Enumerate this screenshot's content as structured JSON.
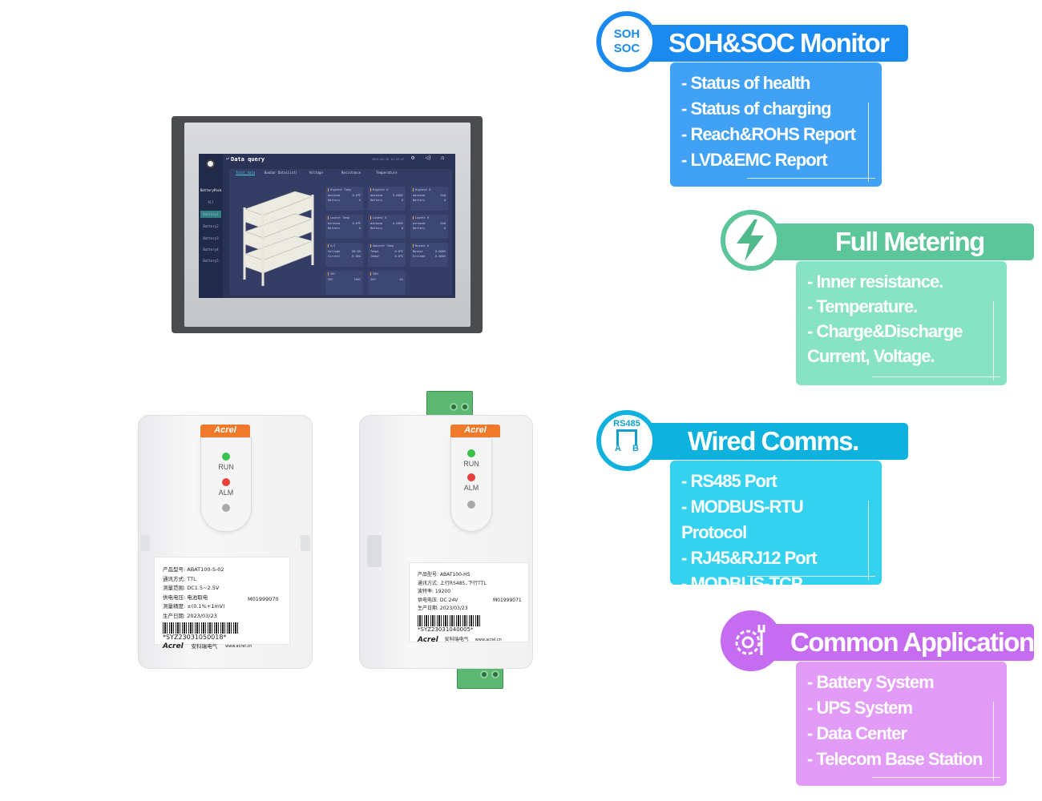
{
  "screen": {
    "title": "Data query",
    "date": "2023-03-28 14:35:47",
    "sidebar": [
      "BatteryPack",
      "All",
      "Battery1",
      "Battery2",
      "Battery3",
      "Battery4",
      "Battery5"
    ],
    "tabs": [
      "Total data",
      "Busbar Data(List)",
      "Voltage",
      "Resistance",
      "Temperature"
    ],
    "cards": [
      {
        "title": "Highest Temp",
        "rows": [
          [
            "maximum",
            "0.0℃"
          ],
          [
            "Battery",
            "0"
          ]
        ]
      },
      {
        "title": "Highest U",
        "rows": [
          [
            "maximum",
            "0.000V"
          ],
          [
            "Battery",
            "0"
          ]
        ]
      },
      {
        "title": "Highest R",
        "rows": [
          [
            "maximum",
            "0uΩ"
          ],
          [
            "Battery",
            "0"
          ]
        ]
      },
      {
        "title": "Lowest Temp",
        "rows": [
          [
            "minimum",
            "0.0℃"
          ],
          [
            "Battery",
            "0"
          ]
        ]
      },
      {
        "title": "Lowest U",
        "rows": [
          [
            "minimum",
            "0.000V"
          ],
          [
            "Battery",
            "0"
          ]
        ]
      },
      {
        "title": "Lowest R",
        "rows": [
          [
            "minimum",
            "0uΩ"
          ],
          [
            "Battery",
            "0"
          ]
        ]
      },
      {
        "title": "U/I",
        "rows": [
          [
            "Voltage",
            "00.0V"
          ],
          [
            "Current",
            "0.00A"
          ]
        ]
      },
      {
        "title": "Ambient Temp",
        "rows": [
          [
            "Temp1",
            "0.0℃"
          ],
          [
            "Temp2",
            "0.0℃"
          ]
        ]
      },
      {
        "title": "Busbar U",
        "rows": [
          [
            "Busbar",
            "0.000V"
          ],
          [
            "Extreme",
            "0.000V"
          ]
        ]
      },
      {
        "title": "SOC",
        "rows": [
          [
            "SOC",
            "100%"
          ]
        ]
      },
      {
        "title": "SOH",
        "rows": [
          [
            "SOH",
            "0%"
          ]
        ]
      }
    ]
  },
  "device1": {
    "brand": "Acrel",
    "leds": [
      "RUN",
      "ALM"
    ],
    "label": [
      "产品型号: ABAT100-S-02",
      "通讯方式: TTL",
      "测量范围: DC1.5~2.5V",
      "供电电压: 电池取电",
      "测量精度: ±(0.1%+1mV)",
      "生产日期: 2023/03/23"
    ],
    "serial": "*SYZ23031050018*",
    "code": "M01999070",
    "footer": "安科瑞电气",
    "url": "www.acrel.cn"
  },
  "device2": {
    "brand": "Acrel",
    "leds": [
      "RUN",
      "ALM"
    ],
    "label": [
      "产品型号: ABAT100-HS",
      "通讯方式: 上行RS485, 下行TTL",
      "波特率: 19200",
      "供电电压: DC 24V",
      "生产日期: 2023/03/23"
    ],
    "serial": "*SYZ23031040005*",
    "code": "M01999071",
    "footer": "安科瑞电气",
    "url": "www.acrel.cn"
  },
  "panels": [
    {
      "title": "SOH&SOC Monitor",
      "icon_text": [
        "SOH",
        "SOC"
      ],
      "items": [
        "- Status of health",
        "- Status of charging",
        "- Reach&ROHS Report",
        "- LVD&EMC Report"
      ],
      "header_color": "#1a8af0",
      "body_color": "#41a1f5"
    },
    {
      "title": "Full Metering",
      "icon": "lightning-icon",
      "items": [
        "- Inner resistance.",
        "- Temperature.",
        "- Charge&Discharge",
        "Current, Voltage."
      ],
      "header_color": "#5cc59a",
      "body_color": "#88e2c4"
    },
    {
      "title": "Wired Comms.",
      "icon_text": [
        "RS485",
        "A",
        "B"
      ],
      "items": [
        "- RS485 Port",
        "- MODBUS-RTU Protocol",
        "- RJ45&RJ12 Port",
        "- MODBUS-TCP Protocol"
      ],
      "header_color": "#0fb2de",
      "body_color": "#35d2f0"
    },
    {
      "title": "Common Application",
      "icon": "gear-wrench-icon",
      "items": [
        "- Battery System",
        "- UPS System",
        "- Data Center",
        "- Telecom Base Station"
      ],
      "header_color": "#c56cf0",
      "body_color": "#e29bf6"
    }
  ]
}
